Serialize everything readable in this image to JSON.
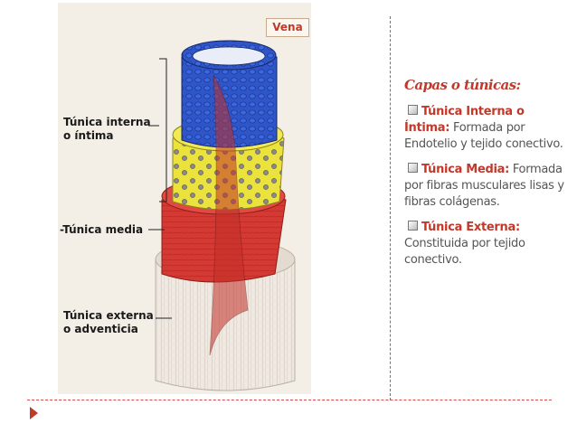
{
  "figure": {
    "vessel_label": "Vena",
    "layers": [
      {
        "line1": "Túnica interna",
        "line2": "o íntima"
      },
      {
        "line1": "-Túnica media",
        "line2": ""
      },
      {
        "line1": "Túnica externa",
        "line2": "o adventicia"
      }
    ],
    "colors": {
      "interna": "#2f55c8",
      "media": "#ece23d",
      "externa": "#d43a33",
      "adventicia": "#efe9e1",
      "accent": "#c0392b"
    }
  },
  "panel": {
    "title": "Capas o túnicas:",
    "items": [
      {
        "term": "Túnica Interna o Íntima:",
        "desc": "Formada por Endotelio y tejido conectivo."
      },
      {
        "term": "Túnica Media:",
        "desc": "Formada por fibras musculares lisas y fibras colágenas."
      },
      {
        "term": "Túnica Externa:",
        "desc": "Constituida por tejido conectivo."
      }
    ]
  }
}
